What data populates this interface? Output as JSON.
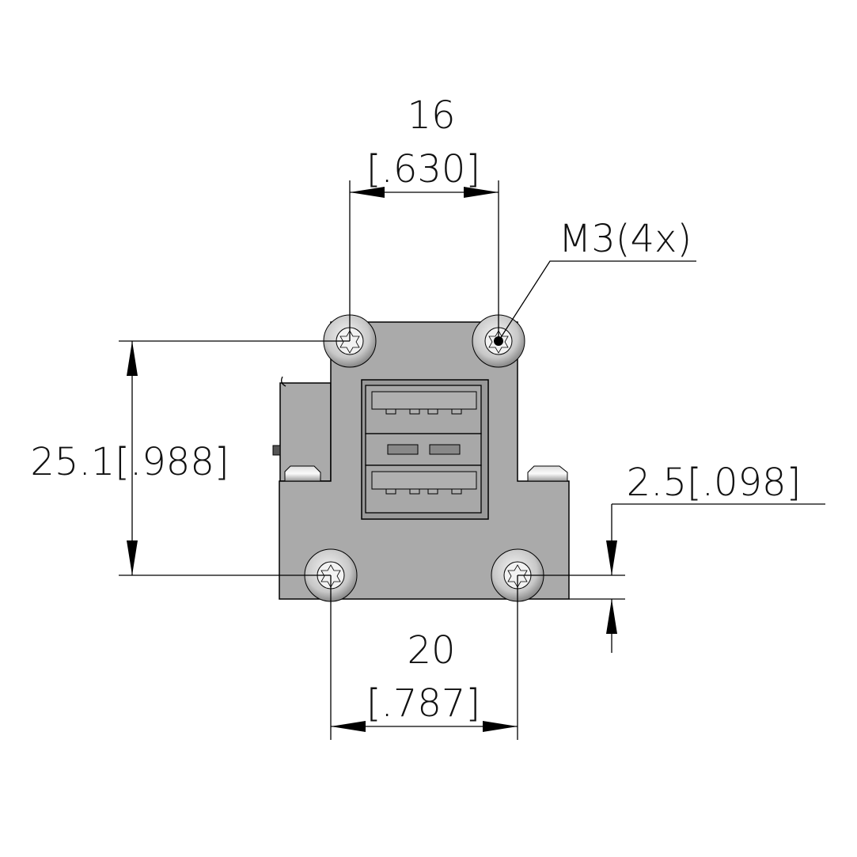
{
  "dimensions": {
    "top_spacing": {
      "mm": "16",
      "inch": "[.630]"
    },
    "hole_callout": "M3(4x)",
    "height": {
      "label": "25.1[.988]"
    },
    "offset": {
      "label": "2.5[.098]"
    },
    "bottom_spacing": {
      "mm": "20",
      "inch": "[.787]"
    }
  },
  "colors": {
    "part": "#aaaaaa",
    "lines": "#000000",
    "background": "#ffffff"
  }
}
